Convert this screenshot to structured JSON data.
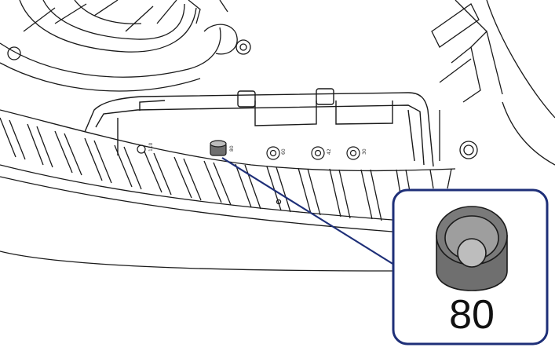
{
  "illustration": {
    "slot_labels": [
      "110",
      "80",
      "60",
      "42",
      "30"
    ],
    "active_slot": "80",
    "callout": {
      "label": "80"
    }
  },
  "colors": {
    "line": "#1a1a1a",
    "callout_border": "#1e2f78",
    "insert_fill": "#6f6f6f",
    "insert_inner": "#bdbdbd"
  }
}
